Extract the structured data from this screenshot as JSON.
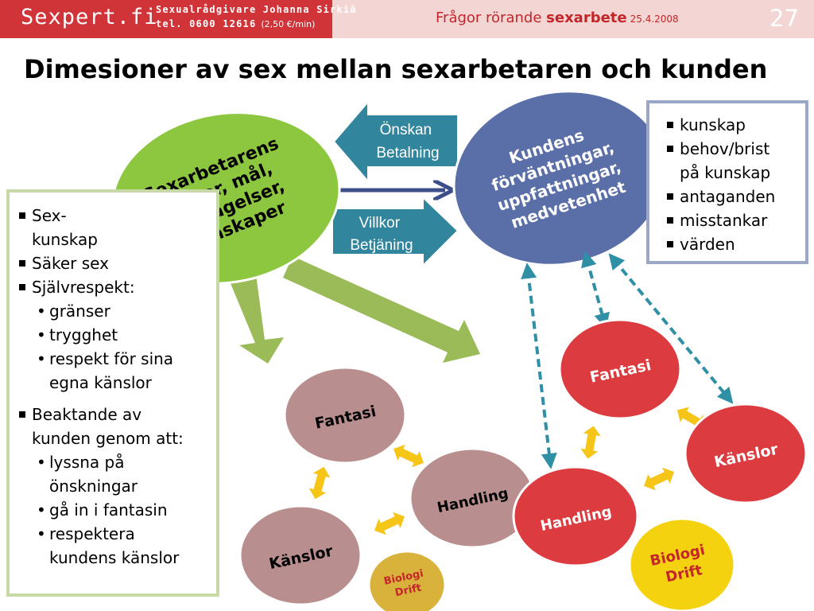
{
  "header": {
    "logo": "Sexpert.fi",
    "line1": "Sexualrådgivare Johanna Sirkiä",
    "phone": "tel. 0600 12616",
    "price": "(2,50 €/min)",
    "topic_prefix": "Frågor rörande",
    "topic_bold": "sexarbete",
    "date": "25.4.2008",
    "page_number": "27"
  },
  "title": "Dimesioner av sex mellan sexarbetaren och kunden",
  "green_ellipse": {
    "lines": [
      "Sexarbetarens",
      "villkor, mål,",
      "iakttagelser,",
      "kunskaper"
    ]
  },
  "blue_ellipse": {
    "lines": [
      "Kundens",
      "förväntningar,",
      "uppfattningar,",
      "medvetenhet"
    ]
  },
  "arrow_left": {
    "lines": [
      "Önskan",
      "Betalning"
    ]
  },
  "arrow_right": {
    "lines": [
      "Villkor",
      "Betjäning"
    ]
  },
  "left_box": {
    "items": [
      {
        "label_lines": [
          "Sex-",
          "kunskap"
        ],
        "sub": []
      },
      {
        "label_lines": [
          "Säker sex"
        ],
        "sub": []
      },
      {
        "label_lines": [
          "Självrespekt:"
        ],
        "sub": [
          [
            "gränser"
          ],
          [
            "trygghet"
          ],
          [
            "respekt för sina",
            "egna känslor"
          ]
        ]
      },
      {
        "label_lines": [
          "Beaktande av",
          "kunden genom att:"
        ],
        "sub": [
          [
            "lyssna på",
            "önskningar"
          ],
          [
            "gå in i fantasin"
          ],
          [
            "respektera",
            "kundens känslor"
          ]
        ]
      }
    ]
  },
  "right_box": {
    "items": [
      [
        "kunskap"
      ],
      [
        "behov/brist",
        "på kunskap"
      ],
      [
        "antaganden"
      ],
      [
        "misstankar"
      ],
      [
        "värden"
      ]
    ]
  },
  "worker_group": {
    "fantasi": "Fantasi",
    "handling": "Handling",
    "kanslor": "Känslor",
    "biologi": [
      "Biologi",
      "Drift"
    ]
  },
  "client_group": {
    "fantasi": "Fantasi",
    "handling": "Handling",
    "kanslor": "Känslor",
    "biologi": [
      "Biologi",
      "Drift"
    ]
  },
  "colors": {
    "header_red": "#d13438",
    "header_pink": "#f3d6d3",
    "green_ellipse": "#8dc63f",
    "blue_ellipse": "#5a6ea8",
    "teal_arrow": "#31859c",
    "mauve_circle": "#b98e8e",
    "red_circle": "#dc3b3f",
    "yellow_circle": "#f5d20f",
    "yellow_arrow": "#f5c518",
    "dashed_teal": "#2f8fa5",
    "green_arrow": "#9bbb59"
  }
}
